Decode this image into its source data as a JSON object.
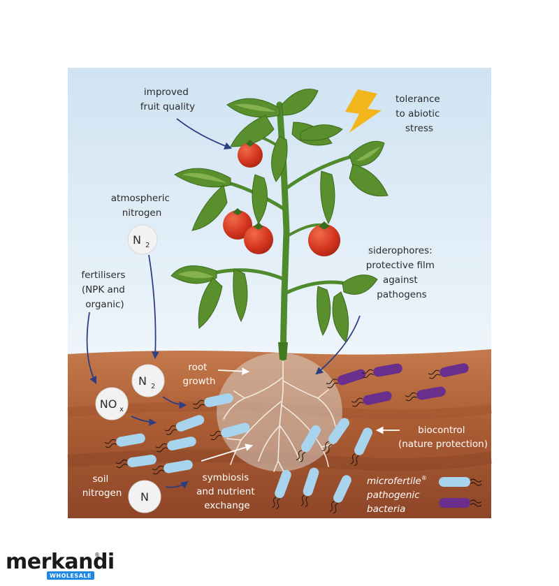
{
  "labels": {
    "fruit_quality": [
      "improved",
      "fruit quality"
    ],
    "abiotic": [
      "tolerance",
      "to abiotic",
      "stress"
    ],
    "atmospheric": [
      "atmospheric",
      "nitrogen"
    ],
    "fertilisers": [
      "fertilisers",
      "(NPK and",
      "organic)"
    ],
    "siderophores": [
      "siderophores:",
      "protective film",
      "against",
      "pathogens"
    ],
    "root_growth": [
      "root",
      "growth"
    ],
    "biocontrol": [
      "biocontrol",
      "(nature protection)"
    ],
    "soil_nitrogen": [
      "soil",
      "nitrogen"
    ],
    "symbiosis": [
      "symbiosis",
      "and nutrient",
      "exchange"
    ],
    "legend_microfertile": "microfertile",
    "legend_reg": "®",
    "legend_pathogenic": [
      "pathogenic",
      "bacteria"
    ]
  },
  "chemicals": {
    "n2_top": {
      "main": "N",
      "sub": "2"
    },
    "n2_soil": {
      "main": "N",
      "sub": "2"
    },
    "nox": {
      "main": "NO",
      "sub": "x"
    },
    "n": {
      "main": "N",
      "sub": ""
    }
  },
  "watermark": {
    "brand": "merkandi",
    "reg": "®",
    "badge": "WHOLESALE"
  },
  "colors": {
    "sky_top": "#d6e7f4",
    "sky_bottom": "#eef5fb",
    "soil_top": "#c47a4c",
    "soil_mid": "#a5552f",
    "soil_bottom": "#8e4628",
    "arrow": "#2d3f82",
    "microfertile_bacteria": "#a8d4ee",
    "pathogenic_bacteria": "#6a2f8c",
    "tomato": "#d4361f",
    "leaf": "#5a8f2e",
    "bolt": "#f2b51c"
  }
}
